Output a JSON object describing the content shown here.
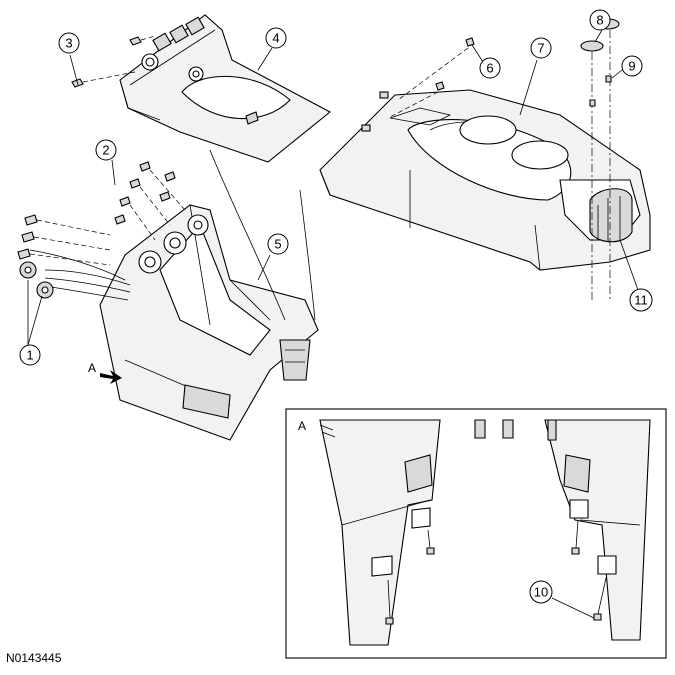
{
  "figure_id": "N0143445",
  "view_label": "A",
  "inset_label": "A",
  "callouts": [
    {
      "num": "1"
    },
    {
      "num": "2"
    },
    {
      "num": "3"
    },
    {
      "num": "4"
    },
    {
      "num": "5"
    },
    {
      "num": "6"
    },
    {
      "num": "7"
    },
    {
      "num": "8"
    },
    {
      "num": "9"
    },
    {
      "num": "10"
    },
    {
      "num": "11"
    }
  ]
}
